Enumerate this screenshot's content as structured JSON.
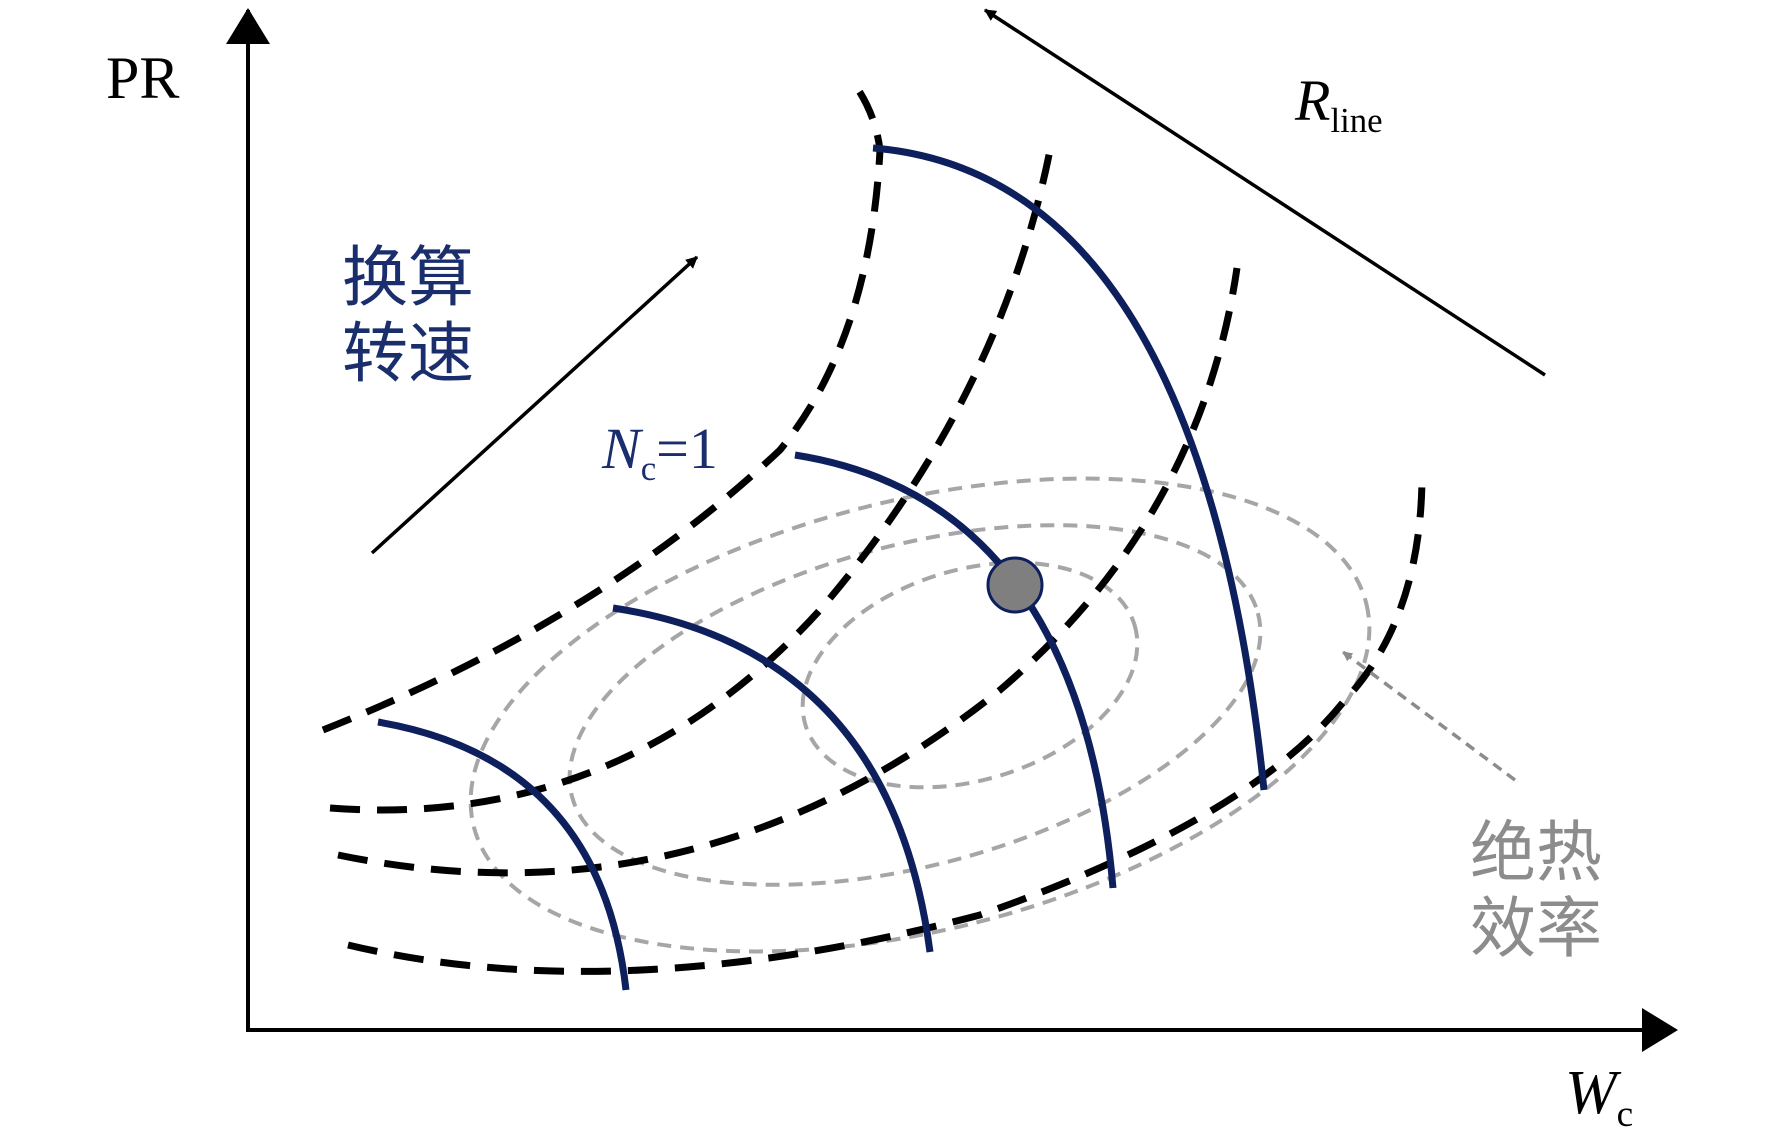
{
  "labels": {
    "y_axis": "PR",
    "x_axis_main": "W",
    "x_axis_sub": "c",
    "r_line_main": "R",
    "r_line_sub": "line",
    "speed_line1": "换算",
    "speed_line2": "转速",
    "nc_main": "N",
    "nc_sub": "c",
    "nc_value": "=1",
    "eff_line1": "绝热",
    "eff_line2": "效率"
  },
  "colors": {
    "speed_lines": "#0d1f5c",
    "rlines": "#000000",
    "efficiency": "#a6a6a6",
    "operating_point": "#7f7f7f",
    "speed_text": "#1a2e6e",
    "efficiency_text": "#8c8c8c"
  },
  "icons": {
    "operating_point": "circle-marker",
    "axis_arrows": "arrow-head"
  }
}
